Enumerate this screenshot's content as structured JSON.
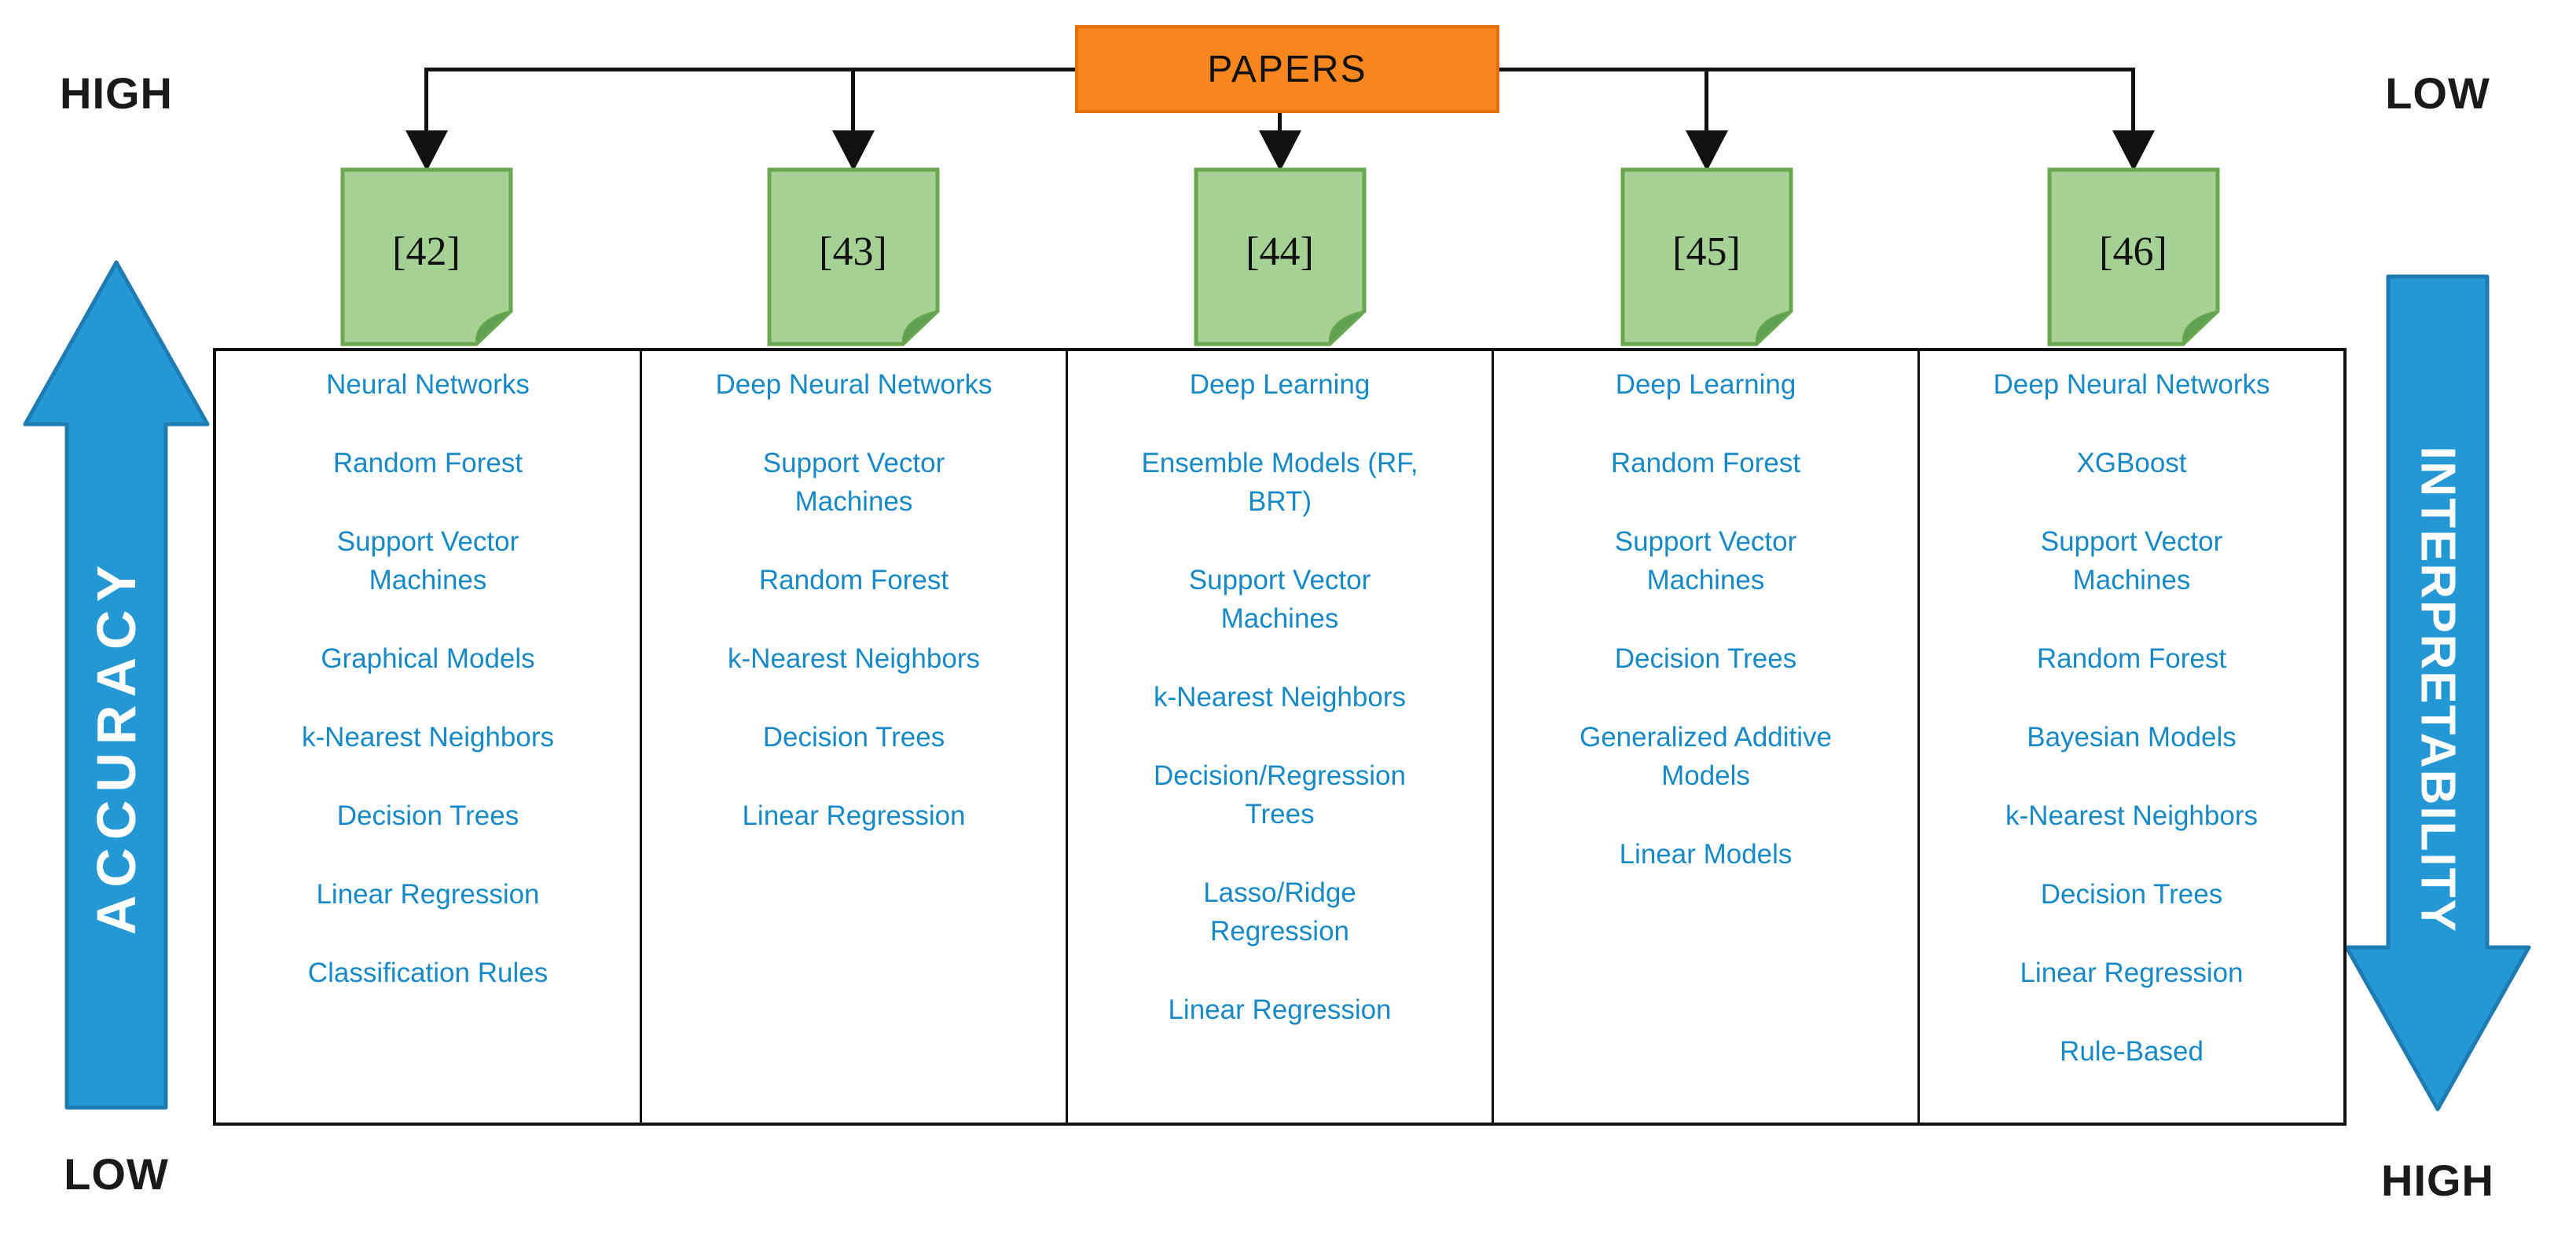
{
  "papers_box_label": "PAPERS",
  "axes": {
    "left": {
      "name": "ACCURACY",
      "direction": "up",
      "top_label": "HIGH",
      "bottom_label": "LOW"
    },
    "right": {
      "name": "INTERPRETABILITY",
      "direction": "down",
      "top_label": "LOW",
      "bottom_label": "HIGH"
    }
  },
  "papers": [
    {
      "ref": "[42]",
      "models": [
        "Neural Networks",
        "Random Forest",
        "Support Vector\nMachines",
        "Graphical Models",
        "k-Nearest Neighbors",
        "Decision Trees",
        "Linear Regression",
        "Classification Rules"
      ]
    },
    {
      "ref": "[43]",
      "models": [
        "Deep Neural Networks",
        "Support Vector\nMachines",
        "Random Forest",
        "k-Nearest Neighbors",
        "Decision Trees",
        "Linear Regression"
      ]
    },
    {
      "ref": "[44]",
      "models": [
        "Deep Learning",
        "Ensemble Models (RF,\nBRT)",
        "Support Vector\nMachines",
        "k-Nearest Neighbors",
        "Decision/Regression\nTrees",
        "Lasso/Ridge\nRegression",
        "Linear Regression"
      ]
    },
    {
      "ref": "[45]",
      "models": [
        "Deep Learning",
        "Random Forest",
        "Support Vector\nMachines",
        "Decision Trees",
        "Generalized Additive\nModels",
        "Linear Models"
      ]
    },
    {
      "ref": "[46]",
      "models": [
        "Deep Neural Networks",
        "XGBoost",
        "Support Vector\nMachines",
        "Random Forest",
        "Bayesian Models",
        "k-Nearest Neighbors",
        "Decision Trees",
        "Linear Regression",
        "Rule-Based"
      ]
    }
  ],
  "colors": {
    "orange_fill": "#F6861D",
    "orange_border": "#E2700B",
    "note_fill": "#A5D294",
    "note_border": "#69A84F",
    "note_fold": "#5FA052",
    "arrow_fill": "#2498D5",
    "arrow_stroke": "#1E7CB2",
    "model_text": "#1789C6",
    "line_color": "#111111"
  }
}
